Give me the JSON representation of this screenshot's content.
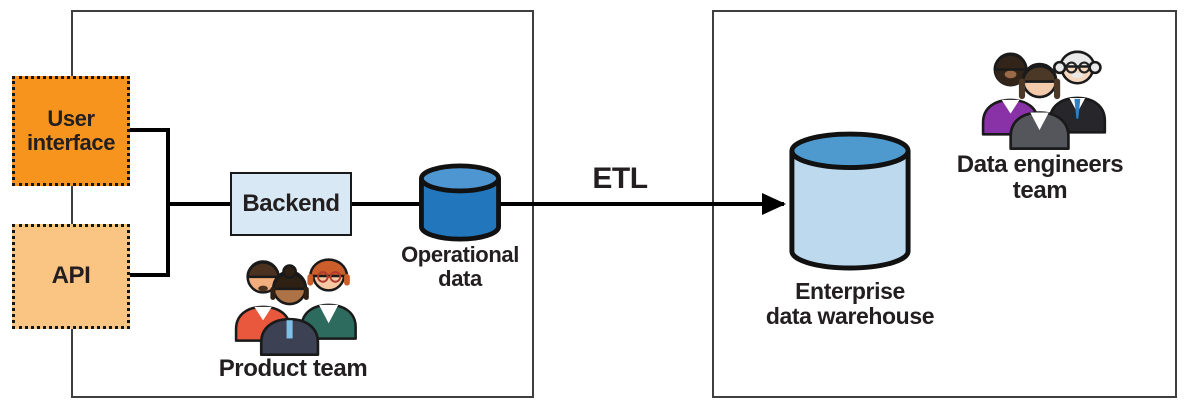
{
  "figure": {
    "etl_label": "ETL"
  },
  "product_side": {
    "user_interface": {
      "lines": [
        "User",
        "interface"
      ]
    },
    "api": {
      "label": "API"
    },
    "backend": {
      "label": "Backend"
    },
    "operational_data": {
      "lines": [
        "Operational",
        "data"
      ]
    },
    "product_team": {
      "label": "Product team"
    }
  },
  "warehouse_side": {
    "warehouse": {
      "lines": [
        "Enterprise",
        "data warehouse"
      ]
    },
    "data_engineers": {
      "lines": [
        "Data engineers",
        "team"
      ]
    }
  },
  "colors": {
    "user_interface_bg": "#F7941E",
    "api_bg": "#FAC583",
    "backend_bg": "#D9E8F5",
    "op_cylinder_body": "#2176BC",
    "op_cylinder_top": "#4E96D1",
    "wh_cylinder_body": "#BCD9EE",
    "wh_cylinder_top": "#4E9ACF",
    "line": "#000000",
    "container_border": "#3F3F3F",
    "text": "#231F20"
  }
}
